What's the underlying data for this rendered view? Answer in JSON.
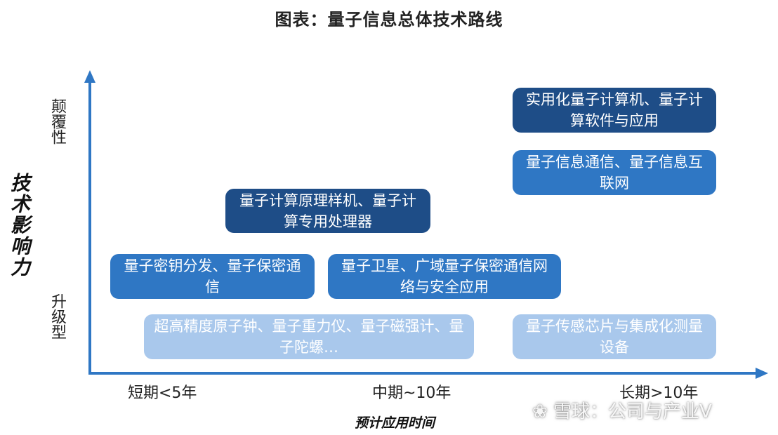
{
  "title": "图表：量子信息总体技术路线",
  "y_axis": {
    "label": "技术影响力",
    "ticks": [
      "颠覆性",
      "升级型"
    ]
  },
  "x_axis": {
    "label": "预计应用时间",
    "ticks": [
      "短期<5年",
      "中期~10年",
      "长期>10年"
    ]
  },
  "boxes": [
    {
      "text": "实用化量子计算机、量子计算软件与应用"
    },
    {
      "text": "量子信息通信、量子信息互联网"
    },
    {
      "text": "量子计算原理样机、量子计算专用处理器"
    },
    {
      "text": "量子密钥分发、量子保密通信"
    },
    {
      "text": "量子卫星、广域量子保密通信网络与安全应用"
    },
    {
      "text": "超高精度原子钟、量子重力仪、量子磁强计、量子陀螺…"
    },
    {
      "text": "量子传感芯片与集成化测量设备"
    }
  ],
  "colors": {
    "dark": "#1e4d87",
    "mid": "#2f77c4",
    "light": "#a9c8ec",
    "axis": "#2f77c4"
  },
  "watermark": "❀ 雪球：公司与产业V"
}
